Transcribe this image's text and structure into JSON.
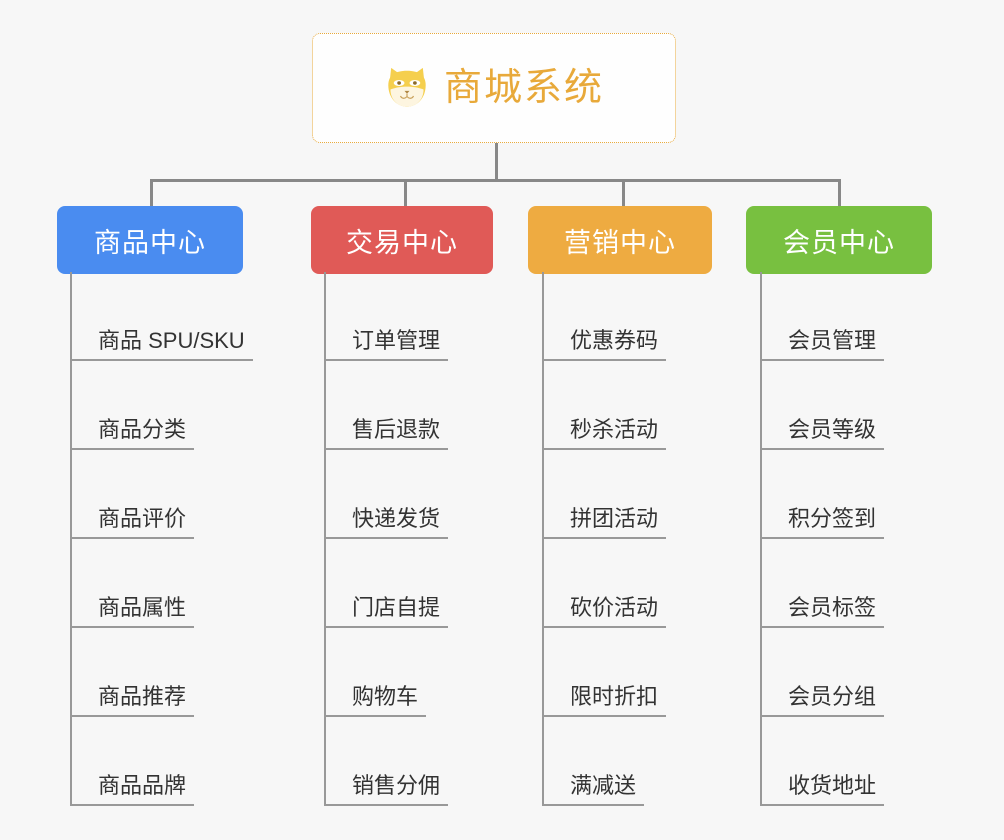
{
  "diagram": {
    "type": "mindmap",
    "background_color": "#f7f7f7",
    "connector_color": "#888888",
    "root": {
      "title": "商城系统",
      "icon": "shiba-dog-icon",
      "text_color": "#e8a93a",
      "border_color": "#e8a93a",
      "background_color": "#fefefe"
    },
    "branches": [
      {
        "label": "商品中心",
        "color": "#4a8cf0",
        "leaves": [
          "商品 SPU/SKU",
          "商品分类",
          "商品评价",
          "商品属性",
          "商品推荐",
          "商品品牌"
        ]
      },
      {
        "label": "交易中心",
        "color": "#e05a57",
        "leaves": [
          "订单管理",
          "售后退款",
          "快递发货",
          "门店自提",
          "购物车",
          "销售分佣"
        ]
      },
      {
        "label": "营销中心",
        "color": "#eeab41",
        "leaves": [
          "优惠券码",
          "秒杀活动",
          "拼团活动",
          "砍价活动",
          "限时折扣",
          "满减送"
        ]
      },
      {
        "label": "会员中心",
        "color": "#78c040",
        "leaves": [
          "会员管理",
          "会员等级",
          "积分签到",
          "会员标签",
          "会员分组",
          "收货地址"
        ]
      }
    ]
  }
}
